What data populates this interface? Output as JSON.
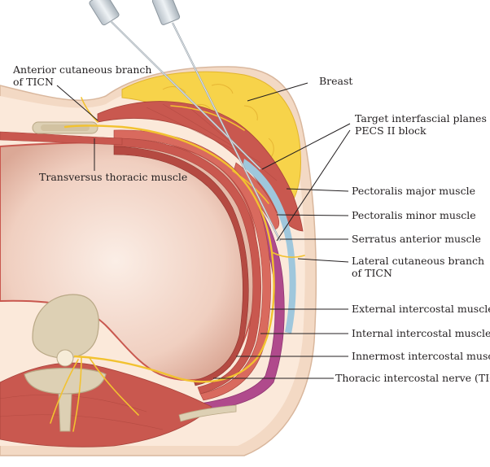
{
  "labels": {
    "anterior_cutaneous": [
      "Anterior cutaneous branch",
      "of TICN"
    ],
    "breast": "Breast",
    "target_planes": [
      "Target interfascial planes of",
      "PECS II block"
    ],
    "transversus_thoracic": "Transversus thoracic muscle",
    "pectoralis_major": "Pectoralis major muscle",
    "pectoralis_minor": "Pectoralis minor muscle",
    "serratus_anterior": "Serratus anterior muscle",
    "lateral_cutaneous": [
      "Lateral cutaneous branch",
      "of TICN"
    ],
    "external_intercostal": "External intercostal muscle",
    "internal_intercostal": "Internal intercostal muscle",
    "innermost_intercostal": "Innermost intercostal muscle",
    "thoracic_intercostal_nerve": "Thoracic intercostal nerve (TICN)"
  },
  "colors": {
    "skin": "#f3d9c4",
    "subcutaneous": "#fbe7d6",
    "breast_fat": "#f7d34a",
    "muscle": "#c9584f",
    "muscle_light": "#e07a6e",
    "serratus": "#b04a8c",
    "fascia_blue": "#9fc7dc",
    "lung": "#f2d3c6",
    "nerve": "#f2c230",
    "bone": "#ddd0b4",
    "needle": "#cfd6dc"
  }
}
